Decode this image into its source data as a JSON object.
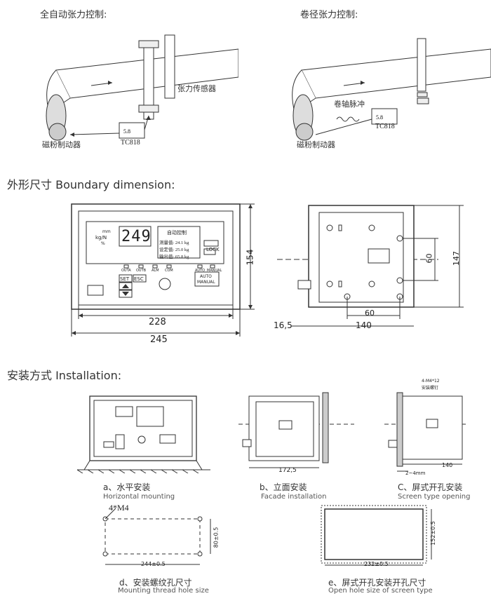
{
  "top": {
    "left_title": "全自动张力控制:",
    "right_title": "卷径张力控制:",
    "left_labels": {
      "sensor": "张力传感器",
      "brake": "磁粉制动器",
      "controller": "TC818"
    },
    "right_labels": {
      "pulse": "卷轴脉冲",
      "brake": "磁粉制动器",
      "controller": "TC818"
    }
  },
  "boundary": {
    "title": "外形尺寸 Boundary dimension:",
    "front": {
      "display": "249",
      "units": [
        "mm",
        "kg/N",
        "%"
      ],
      "lcd": [
        "自动控制",
        "测量值: 24.1 kg",
        "设定值: 25.0 kg",
        "输出值: 65.8 kg"
      ],
      "lock": "LOCK",
      "leds": [
        "OUTA",
        "OUTB",
        "ALM",
        "COM",
        "AUTO",
        "MANUAL"
      ],
      "keys": {
        "set": "SET",
        "esc": "ESC",
        "auto_manual_1": "AUTO",
        "auto_manual_2": "MANUAL"
      },
      "dims": {
        "inner_width": "228",
        "outer_width": "245",
        "height": "154"
      }
    },
    "side": {
      "dims": {
        "depth_left": "16,5",
        "depth": "140",
        "hole_spacing_h": "60",
        "hole_spacing_v": "60",
        "height": "147"
      }
    }
  },
  "installation": {
    "title": "安装方式 Installation:",
    "a": {
      "cn": "a、水平安装",
      "en": "Horizontal mounting"
    },
    "b": {
      "cn": "b、立面安装",
      "en": "Facade installation",
      "dim": "172,5"
    },
    "c": {
      "cn": "C、屏式开孔安装",
      "en": "Screen type opening",
      "screw": "4-M4*12",
      "screw_note": "安装螺钉",
      "dim1": "140",
      "dim2": "2~4mm"
    },
    "d": {
      "cn": "d、安装螺纹孔尺寸",
      "en": "Mounting thread hole size",
      "thread": "4*M4",
      "w": "244±0.5",
      "h": "80±0.5"
    },
    "e": {
      "cn": "e、屏式开孔安装开孔尺寸",
      "en": "Open hole size of screen type",
      "w": "232±0.5",
      "h": "152±0.5"
    }
  }
}
